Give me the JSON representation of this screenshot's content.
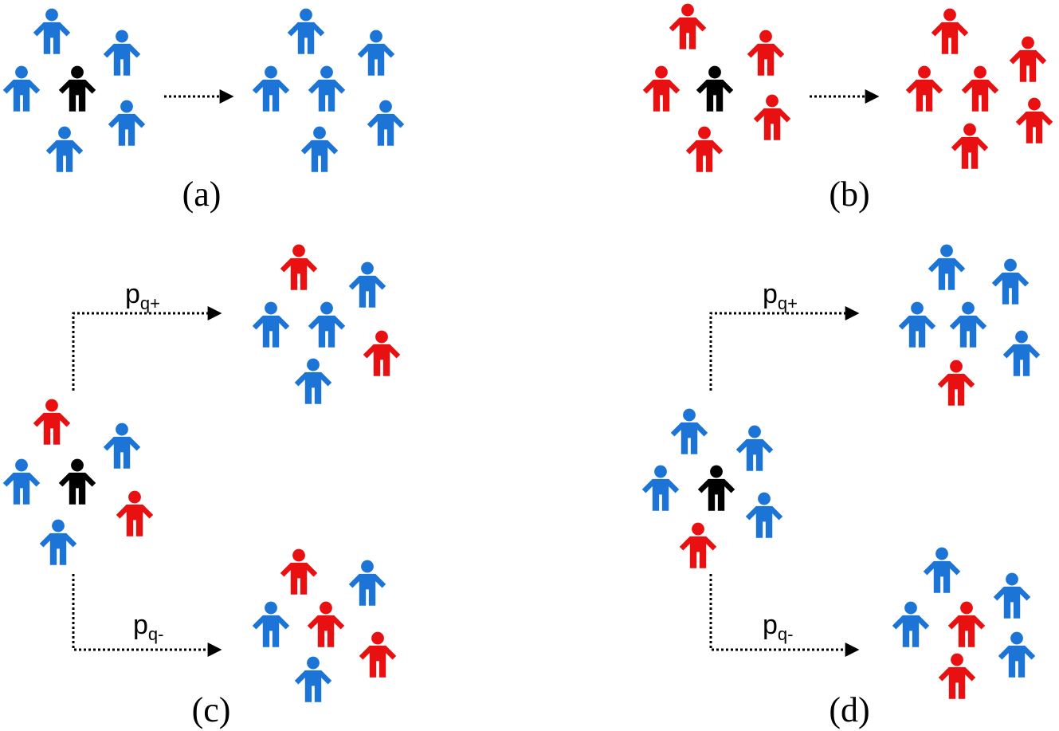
{
  "colors": {
    "blue": "#1b74d6",
    "red": "#e81010",
    "black": "#000000"
  },
  "icons": {
    "person": "person-icon",
    "arrow": "dotted-arrow-icon"
  },
  "panels": [
    {
      "id": "a",
      "label": "(a)",
      "initial": [
        "blue",
        "blue",
        "blue",
        "black",
        "blue",
        "blue"
      ],
      "outcome": [
        "blue",
        "blue",
        "blue",
        "blue",
        "blue",
        "blue"
      ]
    },
    {
      "id": "b",
      "label": "(b)",
      "initial": [
        "red",
        "red",
        "red",
        "black",
        "red",
        "red"
      ],
      "outcome": [
        "red",
        "red",
        "red",
        "red",
        "red",
        "red"
      ]
    },
    {
      "id": "c",
      "label": "(c)",
      "initial": [
        "red",
        "blue",
        "blue",
        "black",
        "red",
        "blue"
      ],
      "branches": [
        {
          "label_base": "p",
          "label_sub": "q+",
          "people": [
            "red",
            "blue",
            "blue",
            "blue",
            "red",
            "blue"
          ]
        },
        {
          "label_base": "p",
          "label_sub": "q-",
          "people": [
            "red",
            "blue",
            "blue",
            "red",
            "red",
            "blue"
          ]
        }
      ]
    },
    {
      "id": "d",
      "label": "(d)",
      "initial": [
        "blue",
        "blue",
        "blue",
        "black",
        "blue",
        "red"
      ],
      "branches": [
        {
          "label_base": "p",
          "label_sub": "q+",
          "people": [
            "blue",
            "blue",
            "blue",
            "blue",
            "blue",
            "red"
          ]
        },
        {
          "label_base": "p",
          "label_sub": "q-",
          "people": [
            "blue",
            "blue",
            "blue",
            "red",
            "blue",
            "red"
          ]
        }
      ]
    }
  ]
}
